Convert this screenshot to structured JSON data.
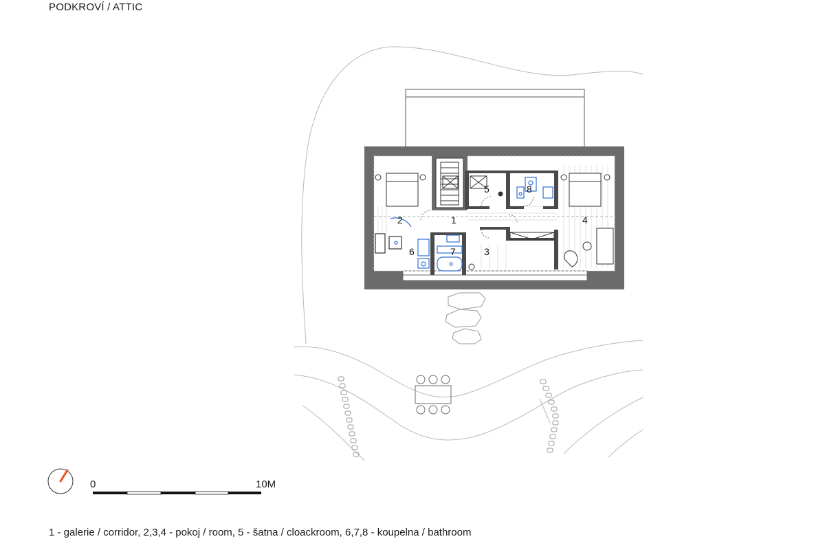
{
  "title": "PODKROVÍ / ATTIC",
  "scale": {
    "start_label": "0",
    "end_label": "10M"
  },
  "rooms": [
    {
      "number": "1"
    },
    {
      "number": "2"
    },
    {
      "number": "3"
    },
    {
      "number": "4"
    },
    {
      "number": "5"
    },
    {
      "number": "6"
    },
    {
      "number": "7"
    },
    {
      "number": "8"
    }
  ],
  "legend": "1 - galerie / corridor, 2,3,4 - pokoj / room, 5 - šatna / cloackroom, 6,7,8 - koupelna / bathroom",
  "colors": {
    "wall": "#6b6b6b",
    "fixture": "#2f6fd6",
    "north_arrow": "#e8501e",
    "line": "#bdbdbd"
  },
  "icons": {
    "north_arrow": "north-arrow-icon"
  }
}
